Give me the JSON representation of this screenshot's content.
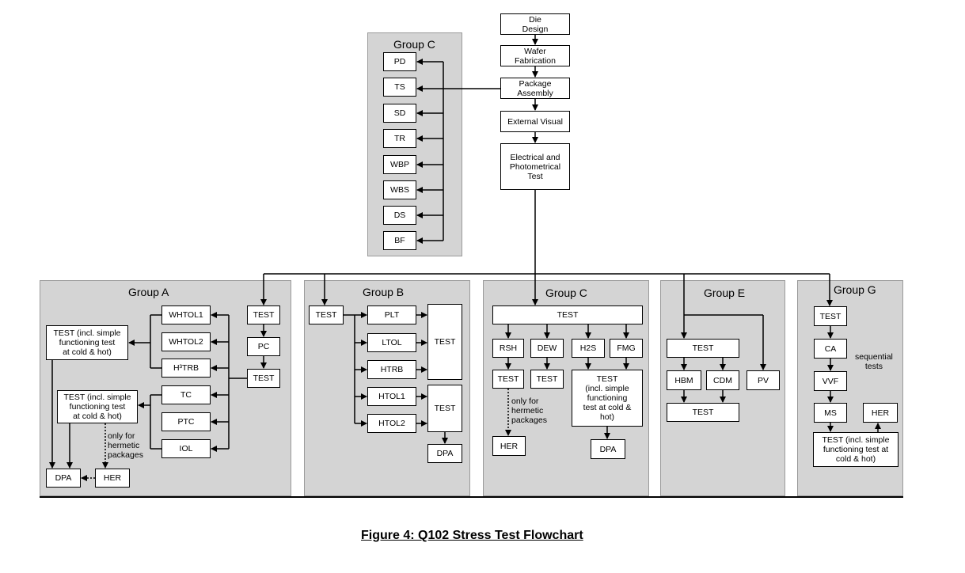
{
  "caption": "Figure 4:  Q102 Stress Test Flowchart",
  "main_flow": {
    "die_design": "Die\nDesign",
    "wafer_fabrication": "Wafer\nFabrication",
    "package_assembly": "Package\nAssembly",
    "external_visual": "External Visual",
    "electrical_photometrical": "Electrical and\nPhotometrical\nTest"
  },
  "group_c_top": {
    "title": "Group C",
    "items": [
      "PD",
      "TS",
      "SD",
      "TR",
      "WBP",
      "WBS",
      "DS",
      "BF"
    ]
  },
  "group_a": {
    "title": "Group A",
    "test_top": "TEST",
    "pc": "PC",
    "test_mid": "TEST",
    "whtol1": "WHTOL1",
    "whtol2": "WHTOL2",
    "h3trb": "H³TRB",
    "tc": "TC",
    "ptc": "PTC",
    "iol": "IOL",
    "test_simple_1": "TEST (incl. simple\nfunctioning test\nat cold & hot)",
    "test_simple_2": "TEST (incl. simple\nfunctioning test\nat cold & hot)",
    "only_hermetic": "only for\nhermetic\npackages",
    "dpa": "DPA",
    "her": "HER"
  },
  "group_b": {
    "title": "Group B",
    "test_left": "TEST",
    "plt": "PLT",
    "ltol": "LTOL",
    "htrb": "HTRB",
    "htol1": "HTOL1",
    "htol2": "HTOL2",
    "test_r1": "TEST",
    "test_r2": "TEST",
    "dpa": "DPA"
  },
  "group_c": {
    "title": "Group C",
    "test_top": "TEST",
    "rsh": "RSH",
    "dew": "DEW",
    "h2s": "H2S",
    "fmg": "FMG",
    "test_rsh": "TEST",
    "test_dew": "TEST",
    "test_simple": "TEST\n(incl. simple\nfunctioning\ntest at cold &\nhot)",
    "only_hermetic": "only for\nhermetic\npackages",
    "her": "HER",
    "dpa": "DPA"
  },
  "group_e": {
    "title": "Group E",
    "test_top": "TEST",
    "hbm": "HBM",
    "cdm": "CDM",
    "pv": "PV",
    "test_bottom": "TEST"
  },
  "group_g": {
    "title": "Group G",
    "test": "TEST",
    "ca": "CA",
    "vvf": "VVF",
    "ms": "MS",
    "her": "HER",
    "sequential": "sequential\ntests",
    "test_simple": "TEST (incl. simple\nfunctioning test at\ncold & hot)"
  }
}
